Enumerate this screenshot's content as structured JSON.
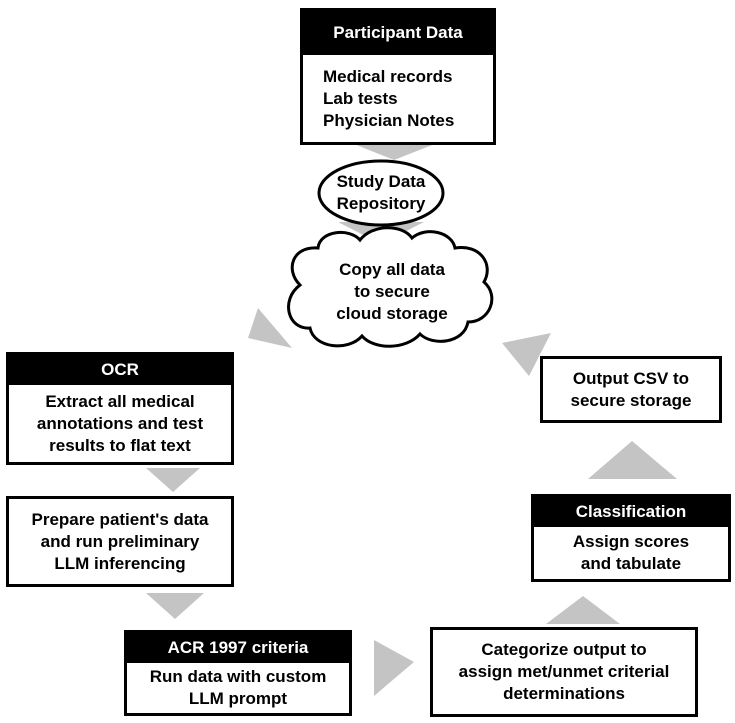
{
  "participant_data": {
    "title": "Participant Data",
    "body": "Medical records\nLab tests\nPhysician Notes"
  },
  "study_data_repository": {
    "label": "Study Data\nRepository"
  },
  "cloud_storage": {
    "label": "Copy all data\nto secure\ncloud storage"
  },
  "ocr": {
    "title": "OCR",
    "body": "Extract all medical\nannotations and test\nresults to flat text"
  },
  "prepare": {
    "body": "Prepare patient's data\nand run preliminary\nLLM inferencing"
  },
  "acr_criteria": {
    "title": "ACR 1997 criteria",
    "body": "Run data with custom\nLLM prompt"
  },
  "categorize": {
    "body": "Categorize output to\nassign met/unmet criterial\ndeterminations"
  },
  "classification": {
    "title": "Classification",
    "body": "Assign scores\nand tabulate"
  },
  "output_csv": {
    "body": "Output CSV to\nsecure storage"
  },
  "colors": {
    "arrow": "#c4c4c4",
    "box_border": "#000000",
    "header_bg": "#000000",
    "header_text": "#ffffff"
  }
}
